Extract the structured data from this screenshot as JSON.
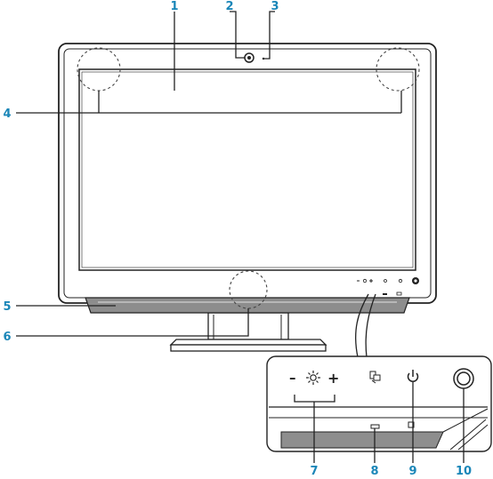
{
  "callouts": [
    "1",
    "2",
    "3",
    "4",
    "5",
    "6",
    "7",
    "8",
    "9",
    "10"
  ],
  "zoom_buttons": {
    "minus": "–",
    "plus": "+"
  },
  "colors": {
    "callout": "#1a86b8",
    "line": "#222222",
    "frame_dark": "#2b2b2b",
    "gray": "#9a9a9a"
  },
  "icons": [
    "webcam-icon",
    "brightness-icon",
    "input-select-icon",
    "power-icon"
  ]
}
